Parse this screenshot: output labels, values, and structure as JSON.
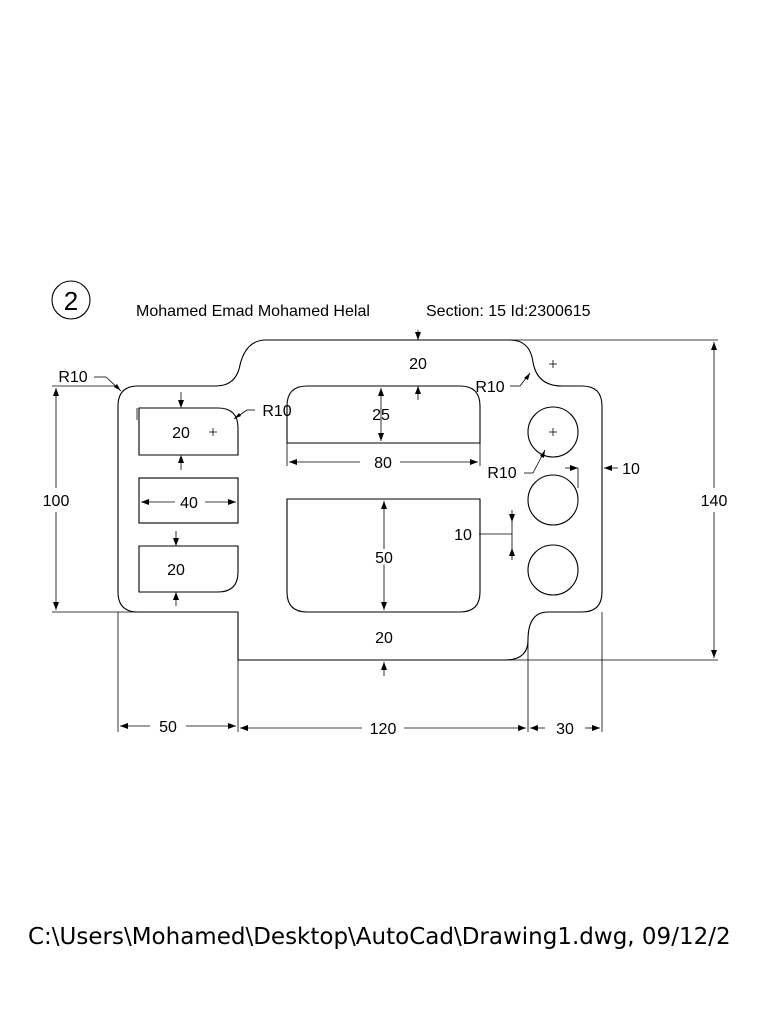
{
  "drawing": {
    "number": "2",
    "title_name": "Mohamed Emad Mohamed Helal",
    "title_section": "Section: 15 Id:2300615",
    "dimensions": {
      "top_boss_thickness": "20",
      "bottom_boss_thickness": "20",
      "slot_height": "25",
      "slot_width": "80",
      "large_pocket_height": "50",
      "left_top_pocket": "20",
      "left_middle_pocket": "40",
      "left_bottom_pocket": "20",
      "overall_left_height": "100",
      "overall_height": "140",
      "hole_spacing": "10",
      "right_wall_thickness": "10",
      "bottom_left_width": "50",
      "bottom_middle_width": "120",
      "bottom_right_width": "30"
    },
    "radius_labels": [
      "R10",
      "R10",
      "R10",
      "R10"
    ]
  },
  "footer": {
    "file_path": "C:\\Users\\Mohamed\\Desktop\\AutoCad\\Drawing1.dwg, 09/12/2"
  }
}
